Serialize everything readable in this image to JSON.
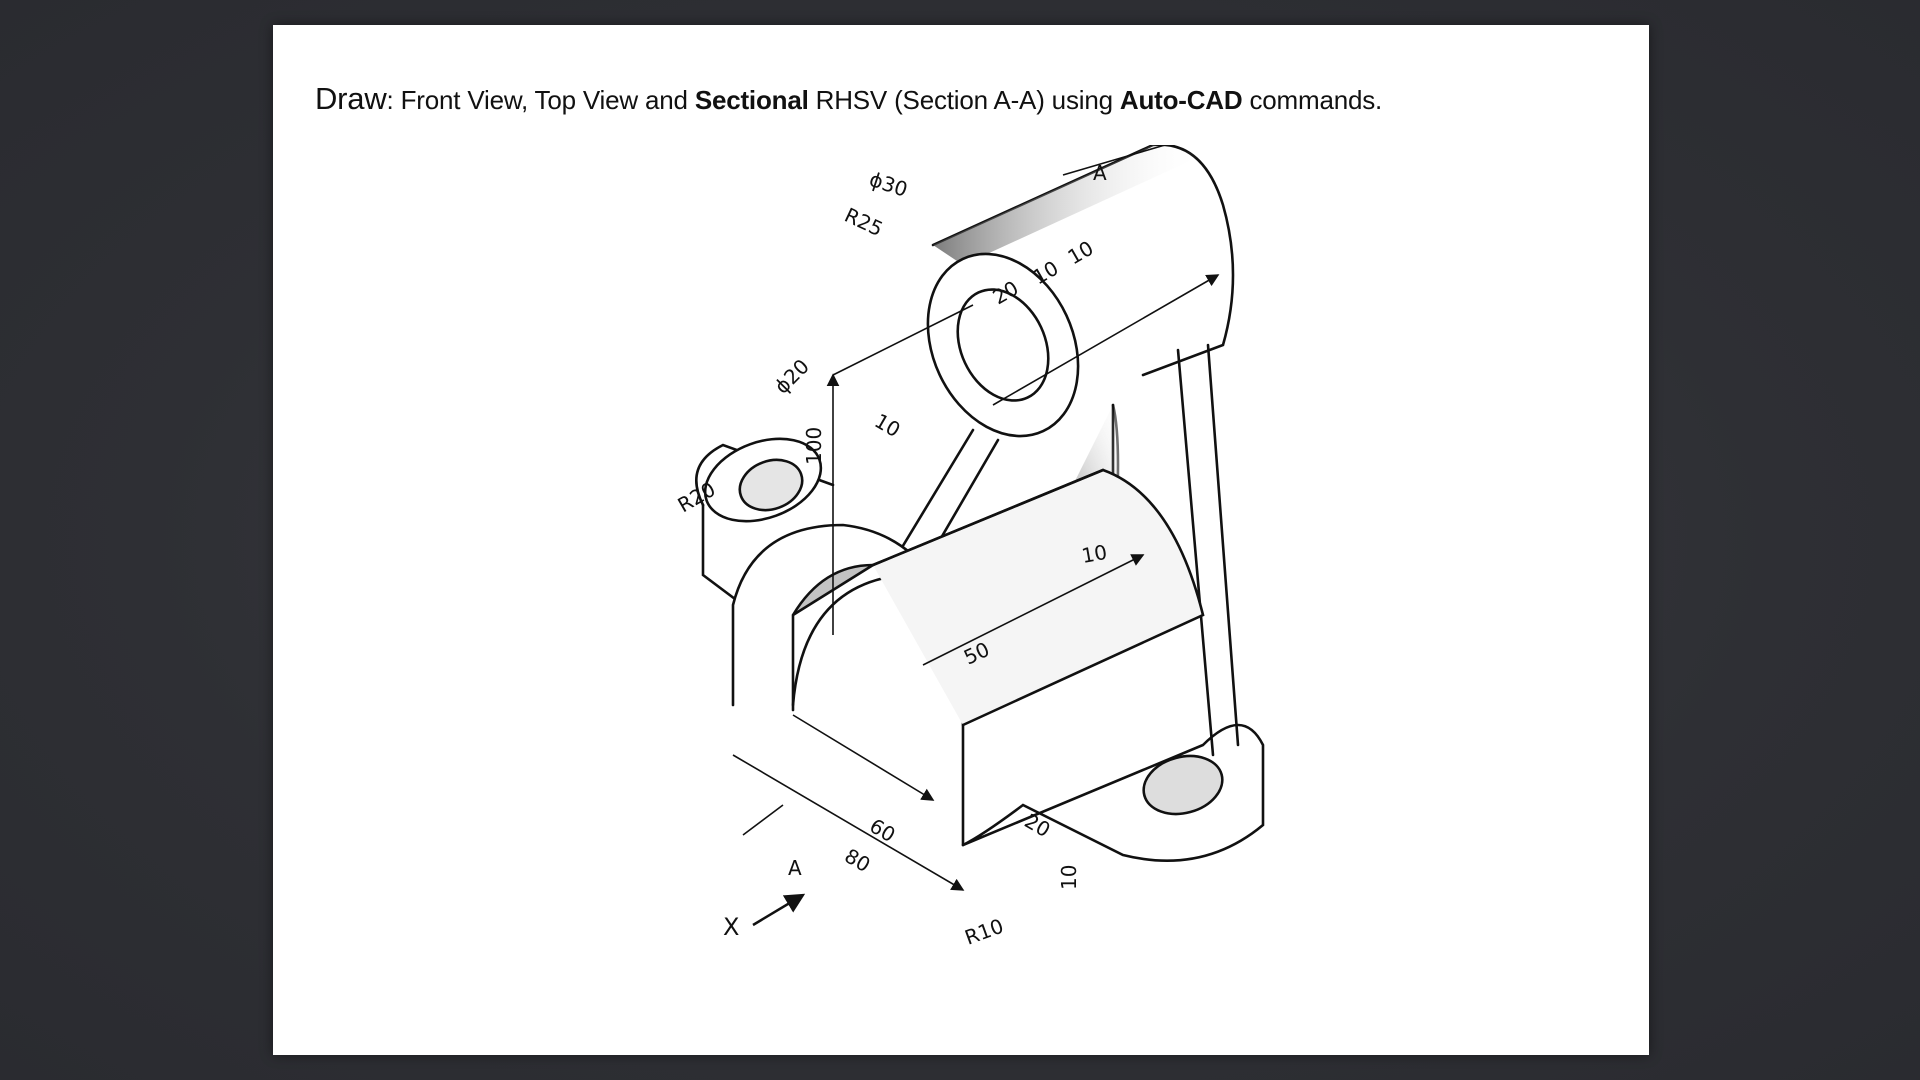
{
  "slide": {
    "background_color": "#2e2f34",
    "page_color": "#ffffff",
    "instruction": {
      "lead": "Draw",
      "colon": ": ",
      "part1": "Front View, Top View and ",
      "bold1": "Sectional",
      "part2": " RHSV (Section A-A) using ",
      "bold2": "Auto-CAD",
      "part3": " commands."
    }
  },
  "drawing": {
    "type": "isometric machine part (bearing bracket)",
    "section_marker": "A",
    "view_direction_label": "X",
    "dimensions": {
      "top_outer_dia": "ϕ30",
      "top_radius": "R25",
      "hole_dia": "ϕ20",
      "left_boss_radius": "R20",
      "height": "100",
      "rib_thickness_left": "10",
      "rib_thickness_right": "10",
      "top_len_20": "20",
      "top_len_10a": "10",
      "top_len_10b": "10",
      "cylinder_length": "50",
      "inner_width": "60",
      "outer_width": "80",
      "base_offset": "20",
      "base_thickness": "10",
      "fillet_radius": "R10"
    }
  }
}
